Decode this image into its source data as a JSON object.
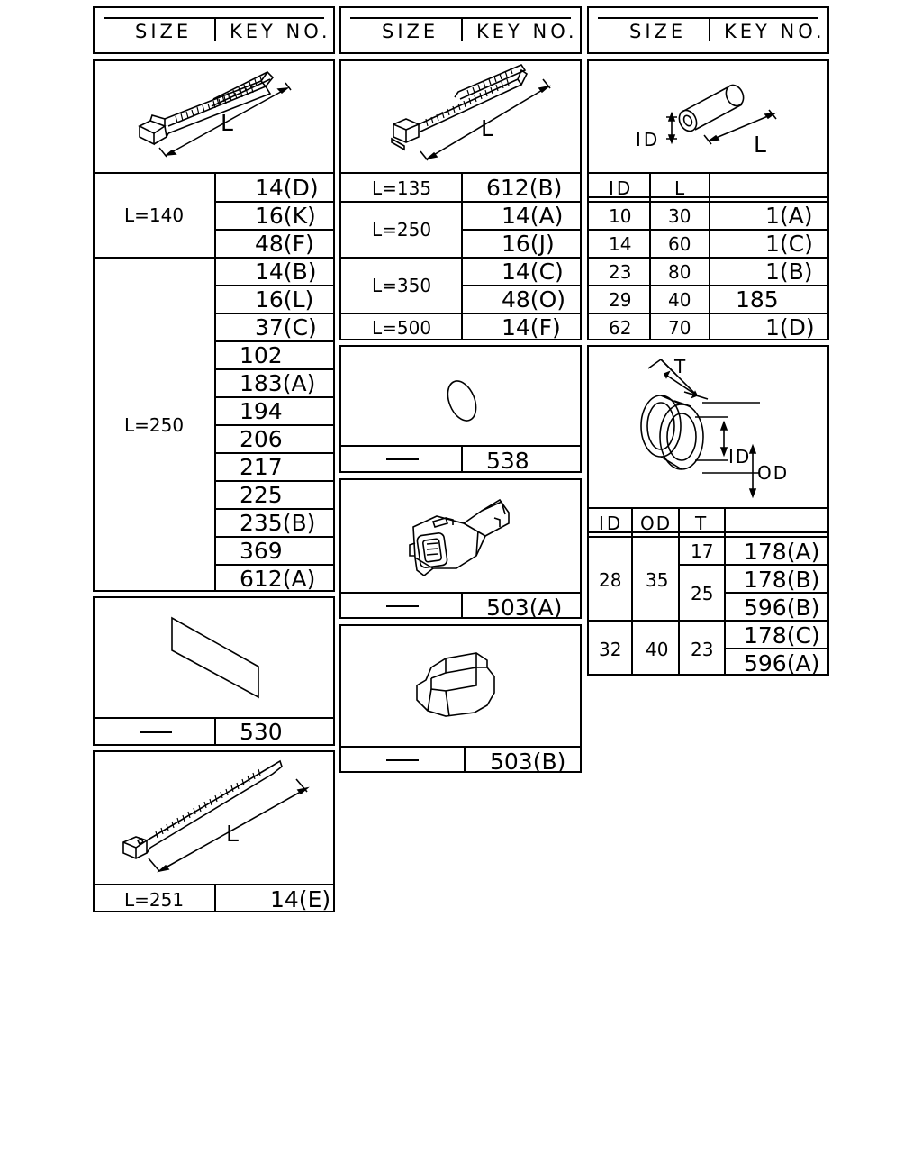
{
  "headers": [
    {
      "size_label": "SIZE",
      "key_label": "KEY NO."
    },
    {
      "size_label": "SIZE",
      "key_label": "KEY NO."
    },
    {
      "size_label": "SIZE",
      "key_label": "KEY NO."
    }
  ],
  "dimension_letter": "L",
  "dash": "—",
  "tie_140_250": {
    "l140": {
      "size": "L=140",
      "keys": [
        "14(D)",
        "16(K)",
        "48(F)"
      ]
    },
    "l250": {
      "size": "L=250",
      "keys": [
        "14(B)",
        "16(L)",
        "37(C)",
        "102",
        "183(A)",
        "194",
        "206",
        "217",
        "225",
        "235(B)",
        "369",
        "612(A)"
      ]
    }
  },
  "tape": {
    "key": "530"
  },
  "tie_251": {
    "size": "L=251",
    "key": "14(E)"
  },
  "tie_double": {
    "rows": [
      {
        "size": "L=135",
        "keys": [
          "612(B)"
        ]
      },
      {
        "size": "L=250",
        "keys": [
          "14(A)",
          "16(J)"
        ]
      },
      {
        "size": "L=350",
        "keys": [
          "14(C)",
          "48(O)"
        ]
      },
      {
        "size": "L=500",
        "keys": [
          "14(F)"
        ]
      }
    ]
  },
  "plug": {
    "key": "538"
  },
  "connector_a": {
    "key": "503(A)"
  },
  "connector_b": {
    "key": "503(B)"
  },
  "tube": {
    "label_id": "ID",
    "label_l": "L",
    "col_id": "ID",
    "col_l": "L",
    "rows": [
      {
        "id": "10",
        "l": "30",
        "key": "1(A)"
      },
      {
        "id": "14",
        "l": "60",
        "key": "1(C)"
      },
      {
        "id": "23",
        "l": "80",
        "key": "1(B)"
      },
      {
        "id": "29",
        "l": "40",
        "key": "185"
      },
      {
        "id": "62",
        "l": "70",
        "key": "1(D)"
      }
    ]
  },
  "grommet": {
    "label_t": "T",
    "label_id": "ID",
    "label_od": "OD",
    "col_id": "ID",
    "col_od": "OD",
    "col_t": "T",
    "g1": {
      "id": "28",
      "od": "35",
      "t17": "17",
      "t25": "25",
      "keys": [
        "178(A)",
        "178(B)",
        "596(B)"
      ]
    },
    "g2": {
      "id": "32",
      "od": "40",
      "t": "23",
      "keys": [
        "178(C)",
        "596(A)"
      ]
    }
  }
}
